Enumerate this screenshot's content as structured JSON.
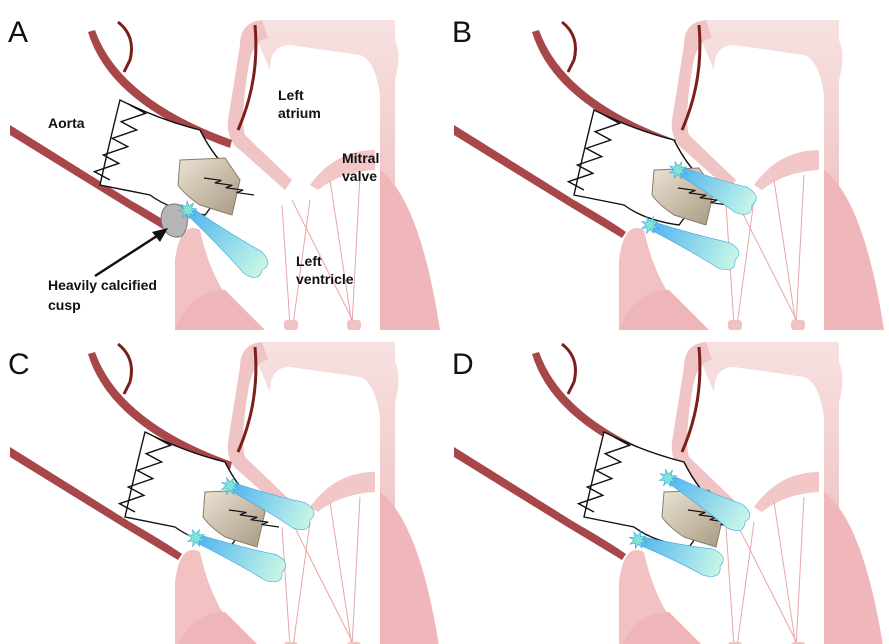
{
  "panels": [
    {
      "letter": "A",
      "jets": [
        {
          "from": [
            188,
            210
          ],
          "to": [
            262,
            270
          ]
        }
      ]
    },
    {
      "letter": "B",
      "jets": [
        {
          "from": [
            678,
            170
          ],
          "to": [
            752,
            205
          ]
        },
        {
          "from": [
            650,
            225
          ],
          "to": [
            735,
            260
          ]
        }
      ]
    },
    {
      "letter": "C",
      "jets": [
        {
          "from": [
            230,
            486
          ],
          "to": [
            310,
            520
          ]
        },
        {
          "from": [
            196,
            538
          ],
          "to": [
            282,
            572
          ]
        }
      ]
    },
    {
      "letter": "D",
      "jets": [
        {
          "from": [
            668,
            478
          ],
          "to": [
            745,
            522
          ]
        },
        {
          "from": [
            638,
            540
          ],
          "to": [
            720,
            566
          ]
        }
      ]
    }
  ],
  "labels": {
    "aorta": "Aorta",
    "left_atrium": [
      "Left",
      "atrium"
    ],
    "mitral_valve": [
      "Mitral",
      "valve"
    ],
    "left_ventricle": [
      "Left",
      "ventricle"
    ],
    "calcified_cusp": [
      "Heavily calcified",
      "cusp"
    ]
  },
  "colors": {
    "aorta_wall": "#a8474a",
    "coronary": "#7a1f1a",
    "heart_tissue": "#f2c9c9",
    "heart_tissue_dark": "#e8a9ab",
    "prosthesis_cone": "#cfc2ae",
    "stent_wire": "#111111",
    "calcium": "#b5b5b5",
    "jet_start": "#4fb4f0",
    "jet_end": "#c8f7e6"
  }
}
